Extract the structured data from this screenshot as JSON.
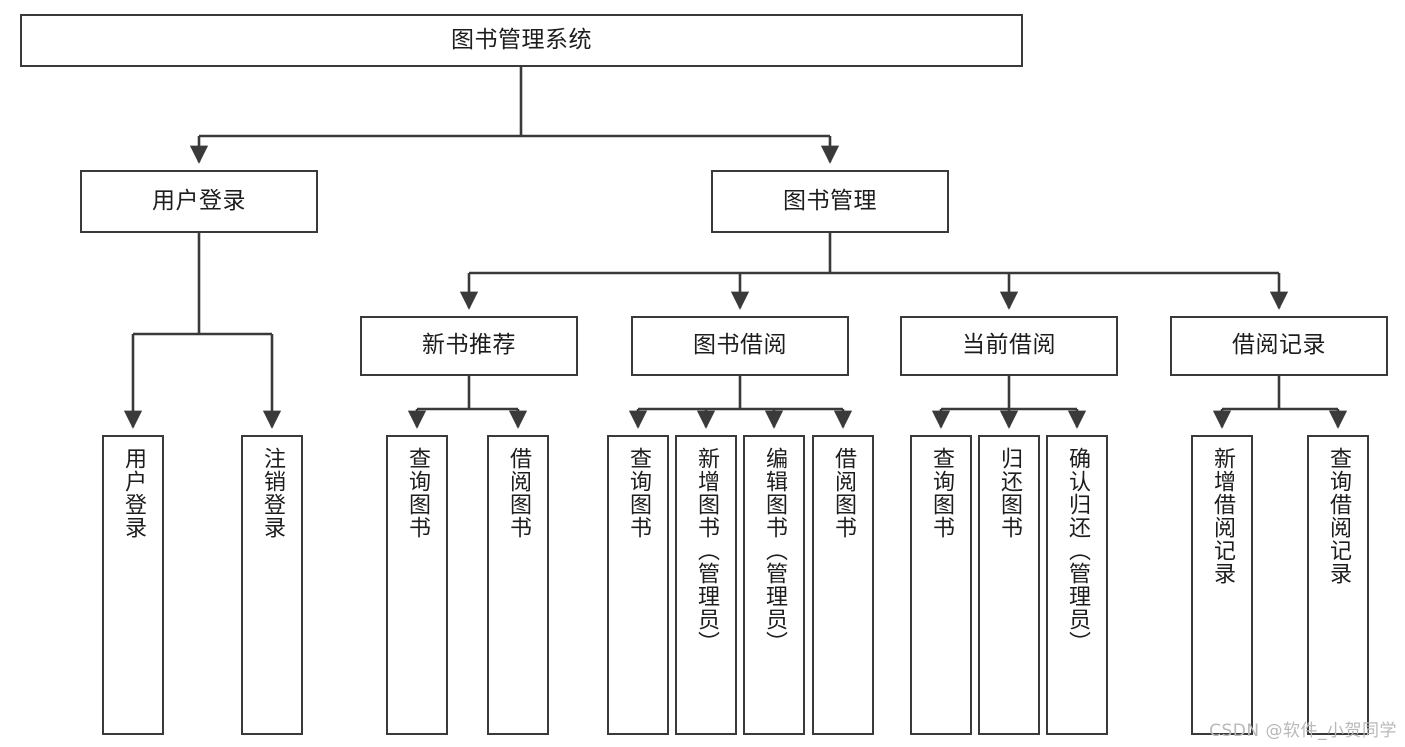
{
  "diagram": {
    "title": "图书管理系统",
    "type": "tree-hierarchy",
    "watermark": "CSDN @软件_小贺同学",
    "colors": {
      "stroke": "#3a3a3a",
      "fill": "#ffffff",
      "text": "#1d1d1d",
      "watermark": "#b9b9b9"
    },
    "nodes": {
      "root": {
        "label": "图书管理系统"
      },
      "level2": [
        {
          "id": "user-login",
          "label": "用户登录"
        },
        {
          "id": "book-manage",
          "label": "图书管理"
        }
      ],
      "level3": [
        {
          "id": "new-book-rec",
          "label": "新书推荐"
        },
        {
          "id": "book-borrow",
          "label": "图书借阅"
        },
        {
          "id": "current-borrow",
          "label": "当前借阅"
        },
        {
          "id": "borrow-record",
          "label": "借阅记录"
        }
      ],
      "leaves": {
        "user-login": [
          {
            "id": "leaf-user-login",
            "label": "用户登录"
          },
          {
            "id": "leaf-logout",
            "label": "注销登录"
          }
        ],
        "new-book-rec": [
          {
            "id": "leaf-query-book-1",
            "label": "查询图书"
          },
          {
            "id": "leaf-borrow-book-1",
            "label": "借阅图书"
          }
        ],
        "book-borrow": [
          {
            "id": "leaf-query-book-2",
            "label": "查询图书"
          },
          {
            "id": "leaf-add-book",
            "label": "新增图书（管理员）"
          },
          {
            "id": "leaf-edit-book",
            "label": "编辑图书（管理员）"
          },
          {
            "id": "leaf-borrow-book-2",
            "label": "借阅图书"
          }
        ],
        "current-borrow": [
          {
            "id": "leaf-query-book-3",
            "label": "查询图书"
          },
          {
            "id": "leaf-return-book",
            "label": "归还图书"
          },
          {
            "id": "leaf-confirm-return",
            "label": "确认归还（管理员）"
          }
        ],
        "borrow-record": [
          {
            "id": "leaf-add-record",
            "label": "新增借阅记录"
          },
          {
            "id": "leaf-query-record",
            "label": "查询借阅记录"
          }
        ]
      }
    }
  }
}
